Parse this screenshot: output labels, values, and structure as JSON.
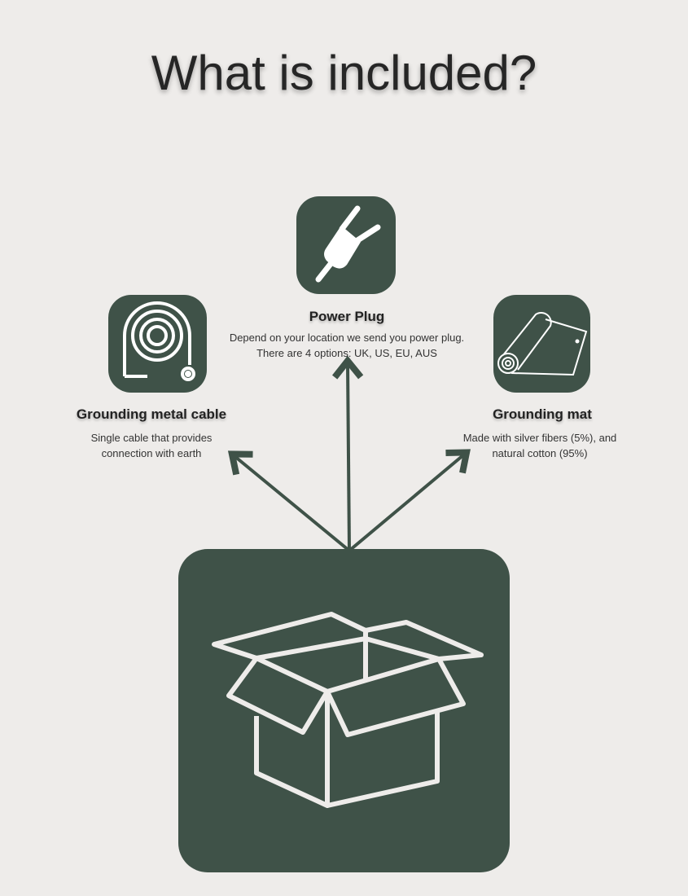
{
  "title": "What is included?",
  "items": [
    {
      "name": "Power Plug",
      "description_lines": [
        "Depend on your location we send you power plug.",
        "There are 4 options: UK, US, EU, AUS"
      ],
      "icon": "power-plug-icon"
    },
    {
      "name": "Grounding metal cable",
      "description_lines": [
        "Single cable that provides",
        "connection with earth"
      ],
      "icon": "cable-coil-icon"
    },
    {
      "name": "Grounding mat",
      "description_lines": [
        "Made with silver fibers (5%), and",
        "natural cotton (95%)"
      ],
      "icon": "mat-roll-icon"
    }
  ],
  "box_icon": "open-box-icon",
  "colors": {
    "tile": "#3f5248",
    "background": "#eeecea",
    "arrow": "#3f5248"
  }
}
